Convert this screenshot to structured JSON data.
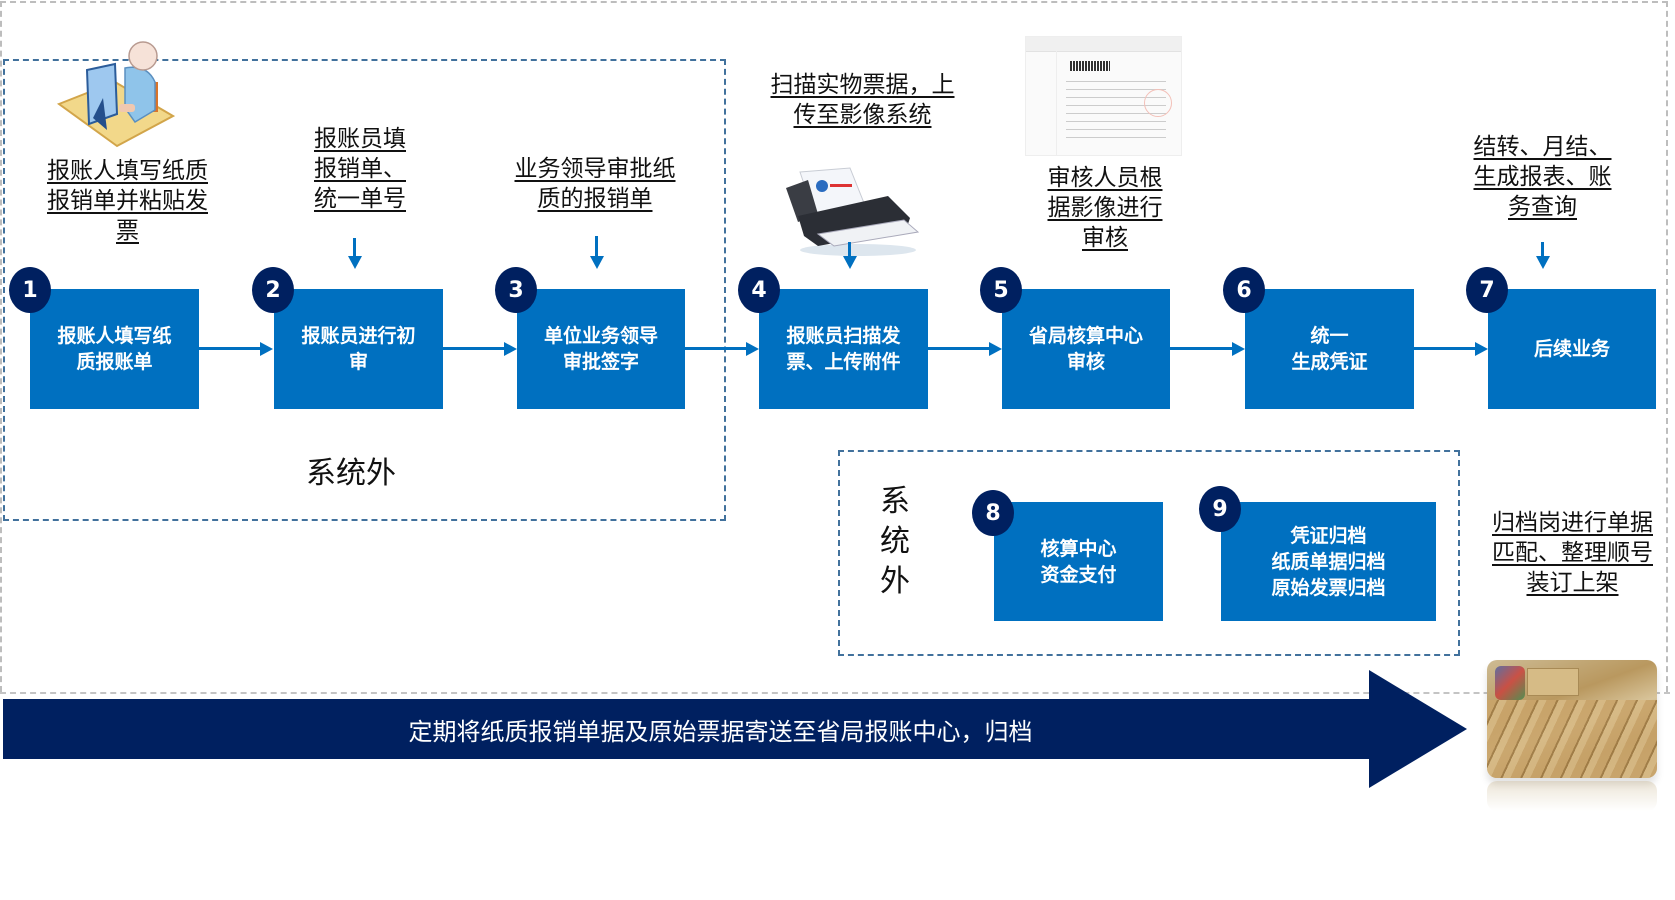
{
  "steps": [
    {
      "num": "1",
      "label": "报账人填写纸\n质报账单"
    },
    {
      "num": "2",
      "label": "报账员进行初\n审"
    },
    {
      "num": "3",
      "label": "单位业务领导\n审批签字"
    },
    {
      "num": "4",
      "label": "报账员扫描发\n票、上传附件"
    },
    {
      "num": "5",
      "label": "省局核算中心\n审核"
    },
    {
      "num": "6",
      "label": "统一\n生成凭证"
    },
    {
      "num": "7",
      "label": "后续业务"
    },
    {
      "num": "8",
      "label": "核算中心\n资金支付"
    },
    {
      "num": "9",
      "label": "凭证归档\n纸质单据归档\n原始发票归档"
    }
  ],
  "annotations": {
    "a1": [
      "报账人填写纸质",
      "报销单并粘贴发",
      "票"
    ],
    "a2": [
      "报账员填",
      "报销单、",
      "统一单号"
    ],
    "a3": [
      "业务领导审批纸",
      "质的报销单"
    ],
    "a4": [
      "扫描实物票据，上",
      "传至影像系统"
    ],
    "a5": [
      "审核人员根",
      "据影像进行",
      "审核"
    ],
    "a7": [
      "结转、月结、",
      "生成报表、账",
      "务查询"
    ],
    "archive": [
      "归档岗进行单据",
      "匹配、整理顺号",
      "装订上架"
    ]
  },
  "groups": {
    "outside_system_1": "系统外",
    "outside_system_2": [
      "系",
      "统",
      "外"
    ]
  },
  "bottom_arrow": {
    "text": "定期将纸质报销单据及原始票据寄送至省局报账中心，归档"
  },
  "icons": {
    "user_at_computer": "user-computer-icon",
    "scanner": "scanner-icon",
    "scanned_invoice": "scanned-invoice-image",
    "archive_photo": "archive-boxes-photo"
  },
  "colors": {
    "step_box": "#0070c0",
    "badge": "#002060",
    "dashed_group": "#41719c",
    "bottom_arrow": "#002060"
  }
}
